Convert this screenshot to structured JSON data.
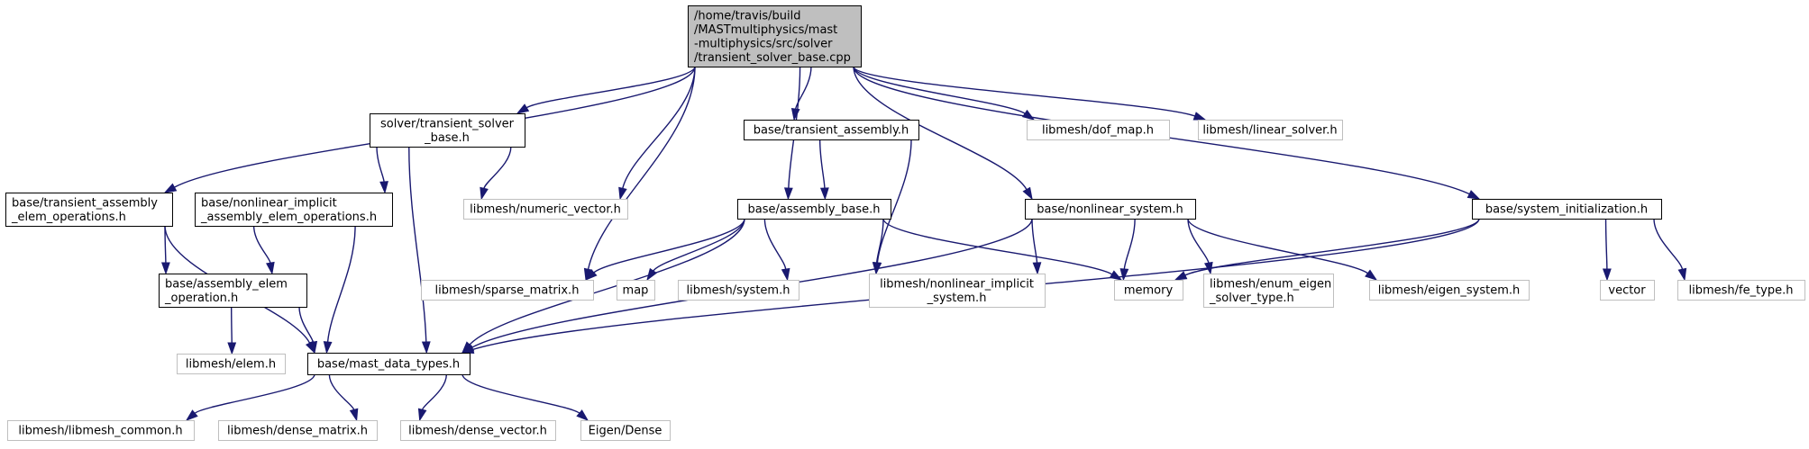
{
  "diagram": {
    "nodes": [
      {
        "id": "root",
        "lines": [
          "/home/travis/build",
          "/MASTmultiphysics/mast",
          "-multiphysics/src/solver",
          "/transient_solver_base.cpp"
        ],
        "style": "root",
        "anchor": "start"
      },
      {
        "id": "tsb",
        "lines": [
          "solver/transient_solver",
          "_base.h"
        ],
        "style": "doc",
        "anchor": "middle"
      },
      {
        "id": "ta",
        "lines": [
          "base/transient_assembly.h"
        ],
        "style": "doc",
        "anchor": "middle"
      },
      {
        "id": "dofmap",
        "lines": [
          "libmesh/dof_map.h"
        ],
        "style": "ext",
        "anchor": "middle"
      },
      {
        "id": "linsolver",
        "lines": [
          "libmesh/linear_solver.h"
        ],
        "style": "ext",
        "anchor": "middle"
      },
      {
        "id": "taeo",
        "lines": [
          "base/transient_assembly",
          "_elem_operations.h"
        ],
        "style": "doc",
        "anchor": "start"
      },
      {
        "id": "niaeo",
        "lines": [
          "base/nonlinear_implicit",
          "_assembly_elem_operations.h"
        ],
        "style": "doc",
        "anchor": "start"
      },
      {
        "id": "numvec",
        "lines": [
          "libmesh/numeric_vector.h"
        ],
        "style": "ext",
        "anchor": "middle"
      },
      {
        "id": "ab",
        "lines": [
          "base/assembly_base.h"
        ],
        "style": "doc",
        "anchor": "middle"
      },
      {
        "id": "ns",
        "lines": [
          "base/nonlinear_system.h"
        ],
        "style": "doc",
        "anchor": "middle"
      },
      {
        "id": "si",
        "lines": [
          "base/system_initialization.h"
        ],
        "style": "doc",
        "anchor": "middle"
      },
      {
        "id": "aeo",
        "lines": [
          "base/assembly_elem",
          "_operation.h"
        ],
        "style": "doc",
        "anchor": "start"
      },
      {
        "id": "sparse",
        "lines": [
          "libmesh/sparse_matrix.h"
        ],
        "style": "ext",
        "anchor": "middle"
      },
      {
        "id": "map",
        "lines": [
          "map"
        ],
        "style": "ext",
        "anchor": "middle"
      },
      {
        "id": "system",
        "lines": [
          "libmesh/system.h"
        ],
        "style": "ext",
        "anchor": "middle"
      },
      {
        "id": "nlis",
        "lines": [
          "libmesh/nonlinear_implicit",
          "_system.h"
        ],
        "style": "ext",
        "anchor": "middle"
      },
      {
        "id": "memory",
        "lines": [
          "memory"
        ],
        "style": "ext",
        "anchor": "middle"
      },
      {
        "id": "enumeig",
        "lines": [
          "libmesh/enum_eigen",
          "_solver_type.h"
        ],
        "style": "ext",
        "anchor": "start"
      },
      {
        "id": "eigsys",
        "lines": [
          "libmesh/eigen_system.h"
        ],
        "style": "ext",
        "anchor": "middle"
      },
      {
        "id": "vector",
        "lines": [
          "vector"
        ],
        "style": "ext",
        "anchor": "middle"
      },
      {
        "id": "fetype",
        "lines": [
          "libmesh/fe_type.h"
        ],
        "style": "ext",
        "anchor": "middle"
      },
      {
        "id": "elem",
        "lines": [
          "libmesh/elem.h"
        ],
        "style": "ext",
        "anchor": "middle"
      },
      {
        "id": "mdt",
        "lines": [
          "base/mast_data_types.h"
        ],
        "style": "doc",
        "anchor": "middle"
      },
      {
        "id": "common",
        "lines": [
          "libmesh/libmesh_common.h"
        ],
        "style": "ext",
        "anchor": "middle"
      },
      {
        "id": "densemat",
        "lines": [
          "libmesh/dense_matrix.h"
        ],
        "style": "ext",
        "anchor": "middle"
      },
      {
        "id": "densevec",
        "lines": [
          "libmesh/dense_vector.h"
        ],
        "style": "ext",
        "anchor": "middle"
      },
      {
        "id": "eigen",
        "lines": [
          "Eigen/Dense"
        ],
        "style": "ext",
        "anchor": "middle"
      }
    ],
    "edges": [
      [
        "root",
        "taeo"
      ],
      [
        "root",
        "tsb"
      ],
      [
        "root",
        "numvec"
      ],
      [
        "root",
        "sparse"
      ],
      [
        "root",
        "ab"
      ],
      [
        "root",
        "ta"
      ],
      [
        "root",
        "ns"
      ],
      [
        "root",
        "si"
      ],
      [
        "root",
        "dofmap"
      ],
      [
        "root",
        "linsolver"
      ],
      [
        "tsb",
        "niaeo"
      ],
      [
        "tsb",
        "numvec"
      ],
      [
        "tsb",
        "mdt"
      ],
      [
        "ta",
        "ab"
      ],
      [
        "ta",
        "nlis"
      ],
      [
        "taeo",
        "aeo"
      ],
      [
        "taeo",
        "mdt"
      ],
      [
        "niaeo",
        "aeo"
      ],
      [
        "niaeo",
        "mdt"
      ],
      [
        "aeo",
        "elem"
      ],
      [
        "aeo",
        "mdt"
      ],
      [
        "ab",
        "sparse"
      ],
      [
        "ab",
        "map"
      ],
      [
        "ab",
        "system"
      ],
      [
        "ab",
        "nlis"
      ],
      [
        "ab",
        "memory"
      ],
      [
        "ab",
        "mdt"
      ],
      [
        "ns",
        "nlis"
      ],
      [
        "ns",
        "memory"
      ],
      [
        "ns",
        "enumeig"
      ],
      [
        "ns",
        "eigsys"
      ],
      [
        "ns",
        "mdt"
      ],
      [
        "si",
        "memory"
      ],
      [
        "si",
        "vector"
      ],
      [
        "si",
        "fetype"
      ],
      [
        "si",
        "mdt"
      ],
      [
        "mdt",
        "common"
      ],
      [
        "mdt",
        "densemat"
      ],
      [
        "mdt",
        "densevec"
      ],
      [
        "mdt",
        "eigen"
      ]
    ],
    "colors": {
      "edge": "#191970",
      "root_fill": "#bfbfbf",
      "doc_border": "#000000",
      "ext_border": "#bfbfbf",
      "text": "#000000"
    }
  }
}
